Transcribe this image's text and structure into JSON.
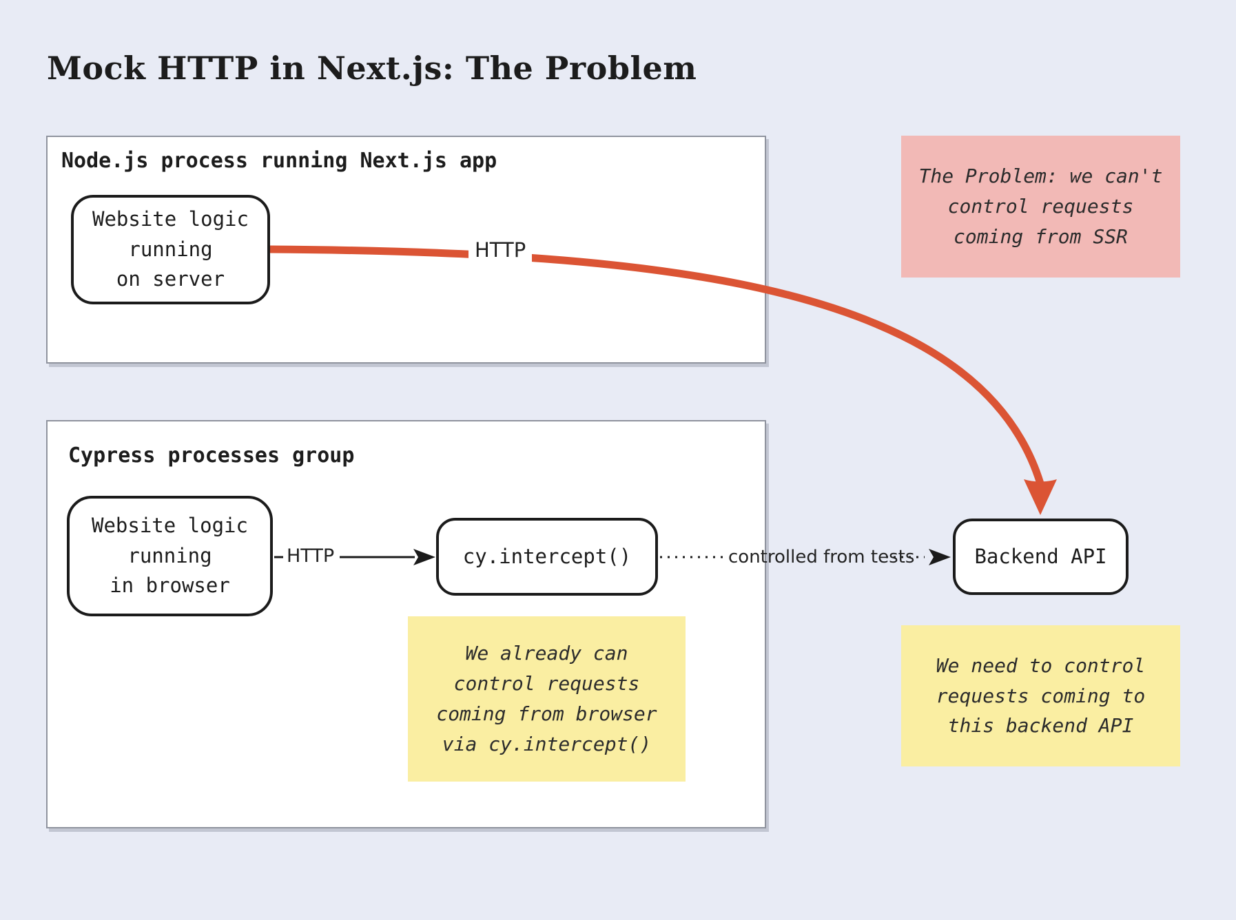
{
  "title": "Mock HTTP in Next.js: The Problem",
  "groups": {
    "node": {
      "heading": "Node.js process running Next.js app"
    },
    "cypress": {
      "heading": "Cypress processes group"
    }
  },
  "nodes": {
    "server": "Website logic\nrunning\non server",
    "browser": "Website logic\nrunning\nin browser",
    "intercept": "cy.intercept()",
    "backend": "Backend API"
  },
  "edges": {
    "http_ssr_label": "HTTP",
    "http_browser_label": "HTTP",
    "controlled_label": "controlled from tests"
  },
  "notes": {
    "problem": "The Problem: we can't\ncontrol requests\ncoming from SSR",
    "already": "We already can\ncontrol requests\ncoming from browser\nvia cy.intercept()",
    "need": "We need to control\nrequests coming to\nthis backend API"
  },
  "colors": {
    "background": "#e8ebf5",
    "accent_red": "#db5434",
    "note_pink": "#f2b9b6",
    "note_yellow": "#faeea2",
    "box_border": "#8f939e",
    "ink": "#1c1c1c"
  }
}
